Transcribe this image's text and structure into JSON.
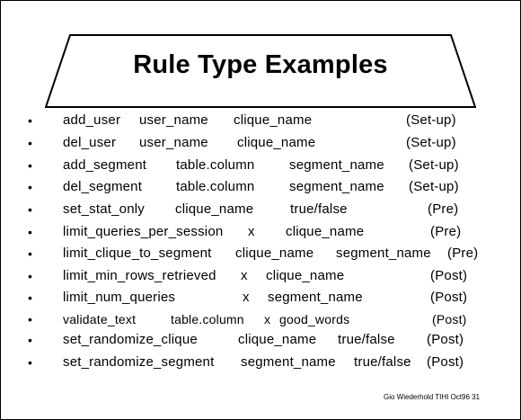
{
  "slide": {
    "title": "Rule Type Examples",
    "bullet": "•",
    "rules": [
      {
        "cells": [
          "add_user",
          "user_name",
          "clique_name",
          "(Set-up)"
        ]
      },
      {
        "cells": [
          "del_user",
          "user_name",
          "clique_name",
          "(Set-up)"
        ]
      },
      {
        "cells": [
          "add_segment",
          "table.column",
          "segment_name",
          "(Set-up)"
        ]
      },
      {
        "cells": [
          "del_segment",
          "table.column",
          "segment_name",
          "(Set-up)"
        ]
      },
      {
        "cells": [
          "set_stat_only",
          "clique_name",
          "true/false",
          "(Pre)"
        ]
      },
      {
        "cells": [
          "limit_queries_per_session",
          "x",
          "clique_name",
          "(Pre)"
        ]
      },
      {
        "cells": [
          "limit_clique_to_segment",
          "clique_name",
          "segment_name",
          "(Pre)"
        ]
      },
      {
        "cells": [
          "limit_min_rows_retrieved",
          "x",
          "clique_name",
          "(Post)"
        ]
      },
      {
        "cells": [
          "limit_num_queries",
          "x",
          "segment_name",
          "(Post)"
        ]
      },
      {
        "cells": [
          "validate_text",
          "table.column",
          "x",
          "good_words",
          "(Post)"
        ]
      },
      {
        "cells": [
          "set_randomize_clique",
          "clique_name",
          "true/false",
          "(Post)"
        ]
      },
      {
        "cells": [
          "set_randomize_segment",
          "segment_name",
          "true/false",
          "(Post)"
        ]
      }
    ],
    "footer": "Gio Wiederhold TIHI Oct96 31"
  }
}
